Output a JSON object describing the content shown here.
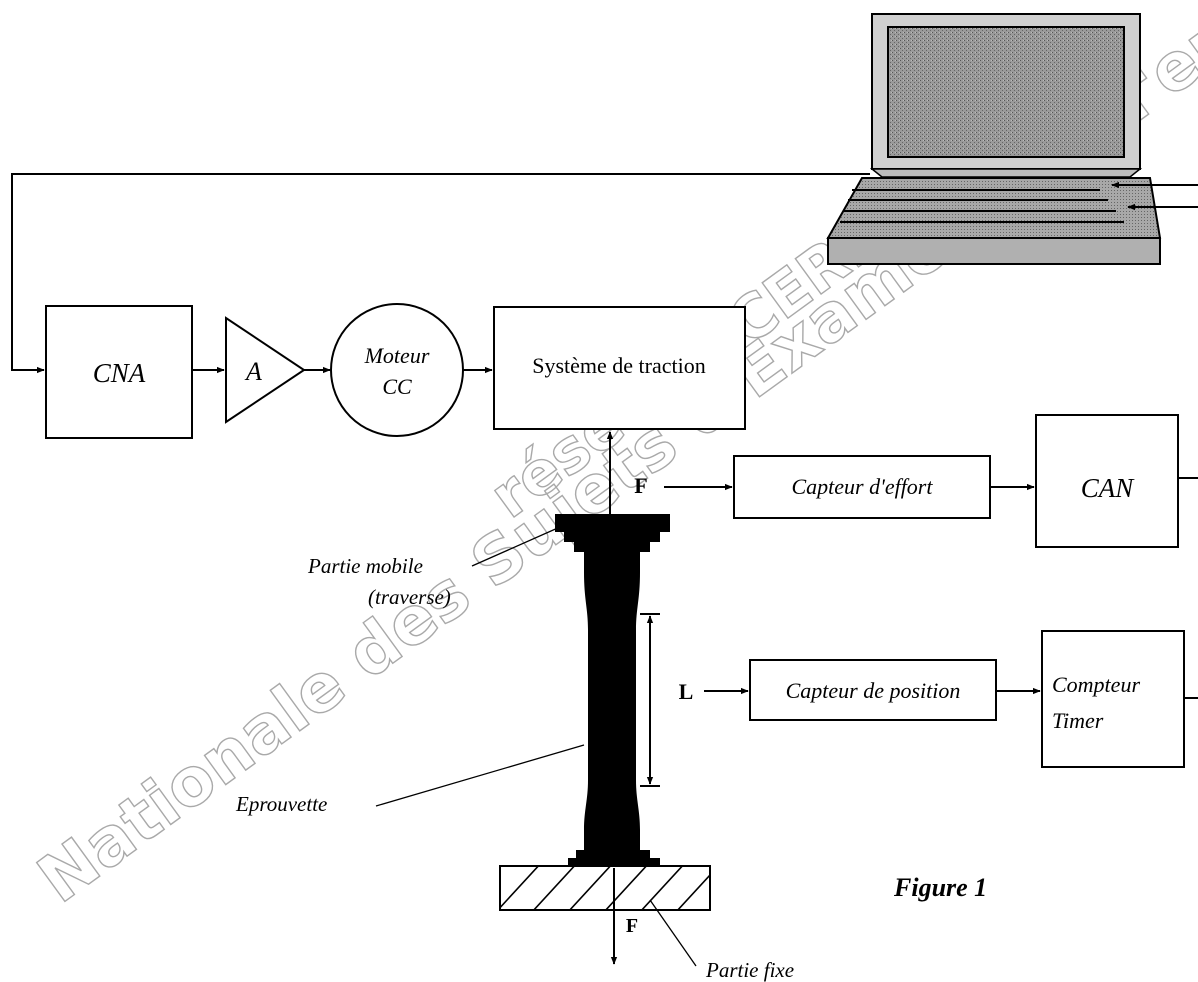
{
  "watermark": {
    "line1": "Nationale des Sujets d'Examens de l'enseigne",
    "line2": "réseau SCEREN"
  },
  "blocks": {
    "cna": "CNA",
    "amp": "A",
    "moteur_line1": "Moteur",
    "moteur_line2": "CC",
    "traction": "Système de traction",
    "capteur_effort": "Capteur d'effort",
    "can": "CAN",
    "capteur_position": "Capteur de position",
    "compteur_line1": "Compteur",
    "compteur_line2": "Timer"
  },
  "labels": {
    "f_top": "F",
    "f_bottom": "F",
    "l": "L",
    "partie_mobile_line1": "Partie mobile",
    "partie_mobile_line2": "(traverse)",
    "eprouvette": "Eprouvette",
    "partie_fixe": "Partie fixe",
    "figure": "Figure 1"
  },
  "colors": {
    "ink": "#000000",
    "screen_fill": "#9a9a9a",
    "watermark": "#a9a9a9"
  }
}
